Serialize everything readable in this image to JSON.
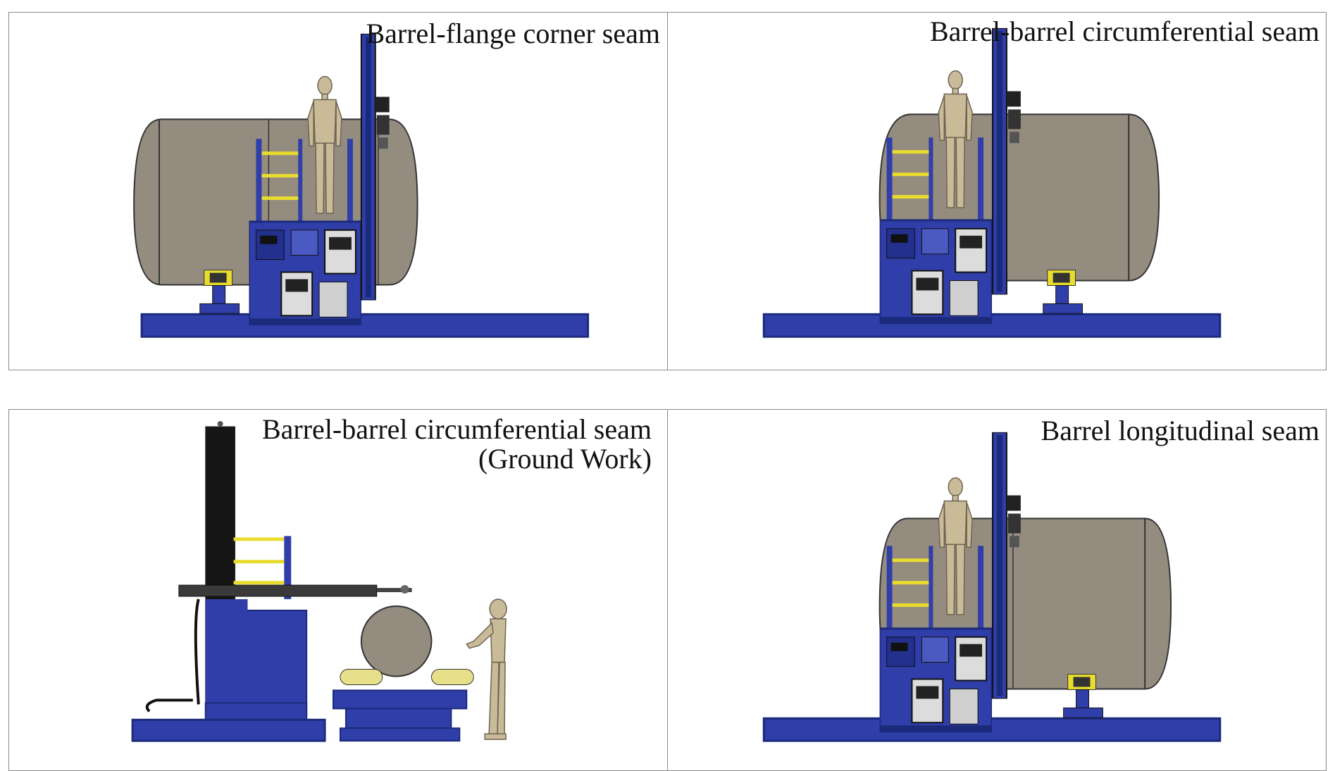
{
  "panels": {
    "top_left": {
      "caption": "Barrel-flange corner seam"
    },
    "top_right": {
      "caption": "Barrel-barrel circumferential seam"
    },
    "bottom_left": {
      "caption_line1": "Barrel-barrel circumferential seam",
      "caption_line2": "(Ground Work)"
    },
    "bottom_right": {
      "caption": "Barrel longitudinal seam"
    }
  },
  "colors": {
    "machine_blue": "#2f3ea8",
    "machine_dark": "#1b2a7a",
    "tank_fill": "#958c80",
    "rail_yellow": "#e8dc2e",
    "roller_yellow": "#e6e08a",
    "figure_tan": "#c9bb98",
    "column_black": "#151515"
  }
}
